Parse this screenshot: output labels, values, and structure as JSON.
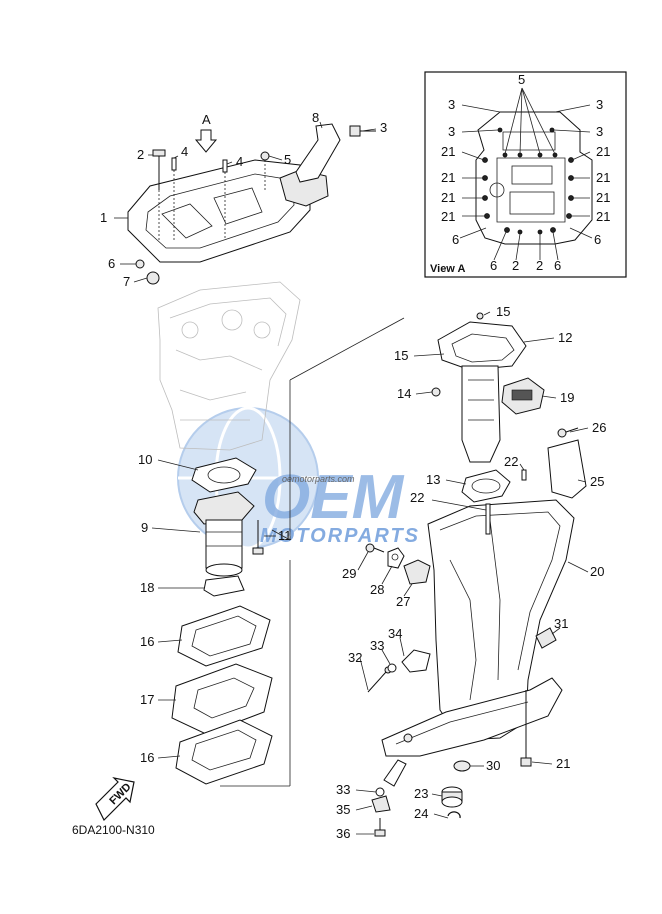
{
  "diagram_code": "6DA2100-N310",
  "view_label": "View A",
  "view_marker": "A",
  "fwd_label": "FWD",
  "watermark": {
    "brand": "OEM",
    "sub": "MOTORPARTS",
    "url": "oemotorparts.com"
  },
  "colors": {
    "watermark_blue": "#5b8fd6",
    "watermark_light": "#c9dbf2",
    "ink": "#111111"
  },
  "callouts": {
    "c1": "1",
    "c2": "2",
    "c3": "3",
    "c4a": "4",
    "c4b": "4",
    "c5": "5",
    "c6": "6",
    "c7": "7",
    "c8": "8",
    "c9": "9",
    "c10": "10",
    "c11": "11",
    "c12": "12",
    "c13": "13",
    "c14": "14",
    "c15a": "15",
    "c15b": "15",
    "c16a": "16",
    "c16b": "16",
    "c17": "17",
    "c18": "18",
    "c19": "19",
    "c20": "20",
    "c21": "21",
    "c22a": "22",
    "c22b": "22",
    "c23": "23",
    "c24": "24",
    "c25": "25",
    "c26": "26",
    "c27": "27",
    "c28": "28",
    "c29": "29",
    "c30": "30",
    "c31": "31",
    "c32": "32",
    "c33a": "33",
    "c33b": "33",
    "c34": "34",
    "c35": "35",
    "c36": "36"
  },
  "view_callouts": {
    "top5": "5",
    "l3a": "3",
    "l3b": "3",
    "r3a": "3",
    "r3b": "3",
    "l21a": "21",
    "l21b": "21",
    "l21c": "21",
    "l21d": "21",
    "r21a": "21",
    "r21b": "21",
    "r21c": "21",
    "r21d": "21",
    "l6": "6",
    "r6": "6",
    "b6a": "6",
    "b2a": "2",
    "b2b": "2",
    "b6b": "6"
  }
}
